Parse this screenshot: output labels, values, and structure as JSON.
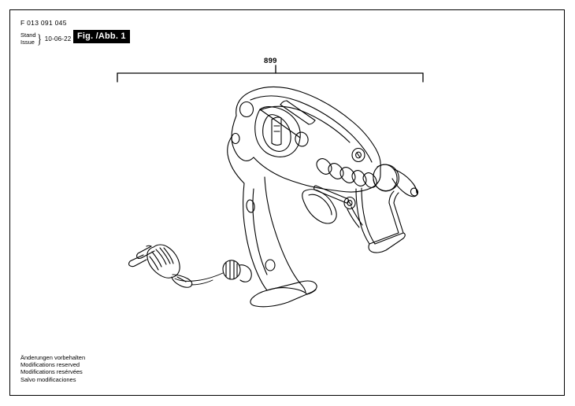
{
  "document": {
    "part_number": "F 013 091 045",
    "issue_label_de": "Stand",
    "issue_label_en": "Issue",
    "issue_date": "10-06-22",
    "figure_label": "Fig. /Abb. 1"
  },
  "diagram": {
    "callout_number": "899",
    "subject": "hot-glue-gun",
    "ink_color": "#000000",
    "background_color": "#ffffff"
  },
  "footer": {
    "lines": [
      "Änderungen vorbehalten",
      "Modifications reserved",
      "Modifications resérvées",
      "Salvo modificaciones"
    ]
  }
}
